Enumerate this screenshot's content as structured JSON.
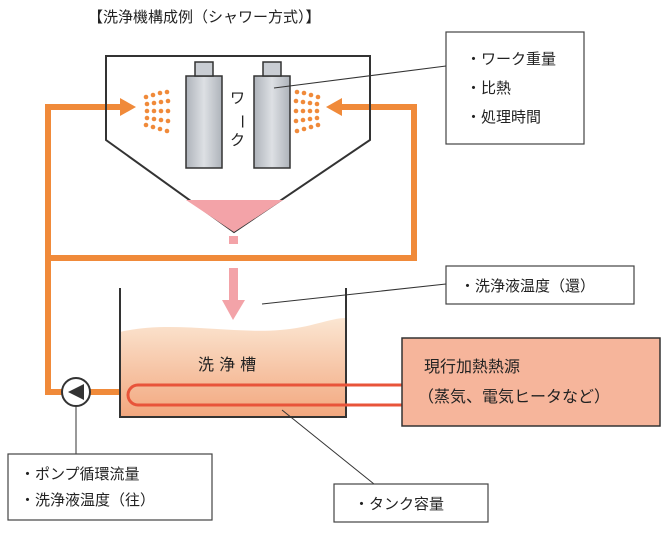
{
  "title": "【洗浄機構成例（シャワー方式）】",
  "work_label": "ワーク",
  "work_callout": {
    "items": [
      "・ワーク重量",
      "・比熱",
      "・処理時間"
    ]
  },
  "return_temp_callout": "・洗浄液温度（還）",
  "tank_label": "洗 浄 槽",
  "heater_callout": {
    "line1": "現行加熱熱源",
    "line2": "（蒸気、電気ヒータなど）"
  },
  "pump_callout": {
    "line1": "・ポンプ循環流量",
    "line2": "・洗浄液温度（往）"
  },
  "tank_capacity_callout": "・タンク容量",
  "colors": {
    "pipe": "#f08a3a",
    "spray": "#f08a3a",
    "drain": "#f3a3a8",
    "liquid_top": "#fbe6d2",
    "liquid_bottom": "#f2a77e",
    "heater_box": "#f6b59b",
    "heater_coil": "#e8543a",
    "work": "#c9cdd3"
  }
}
